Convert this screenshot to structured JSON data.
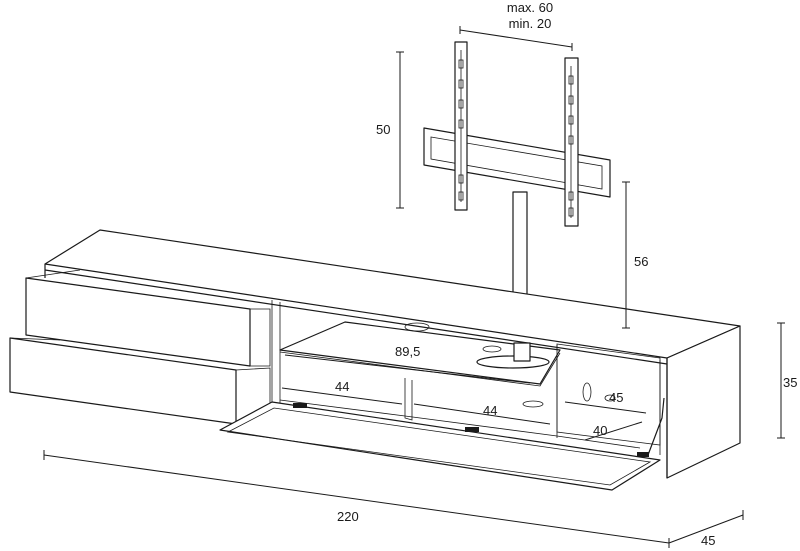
{
  "dimensions": {
    "bracket_max": "max. 60",
    "bracket_min": "min. 20",
    "bracket_height": "50",
    "pole_height": "56",
    "shelf_width": "89,5",
    "left_compartment": "44",
    "middle_compartment": "44",
    "right_depth_upper": "45",
    "right_depth_lower": "40",
    "cabinet_height": "35",
    "cabinet_width": "220",
    "cabinet_depth": "45"
  }
}
